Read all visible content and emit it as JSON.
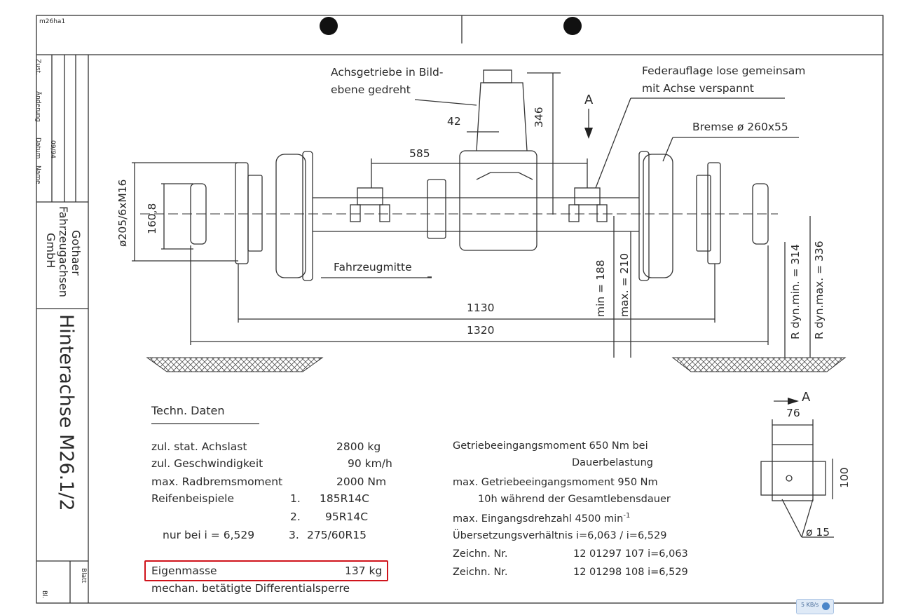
{
  "sheet": {
    "corner_code": "m26ha1",
    "title_block": {
      "header_labels": [
        "Zust.",
        "Änderung",
        "Datum",
        "Name"
      ],
      "date_value": "09/94",
      "company_lines": [
        "Gothaer",
        "Fahrzeugachsen",
        "GmbH"
      ],
      "drawing_title": "Hinterachse M26.1/2",
      "sheet_label": "Blatt",
      "sheet_value": "Bl."
    }
  },
  "drawing": {
    "callouts": {
      "gear": [
        "Achsgetriebe in Bild-",
        "ebene gedreht"
      ],
      "spring": [
        "Federauflage lose gemeinsam",
        "mit Achse verspannt"
      ],
      "brake": "Bremse ø 260x55",
      "center": "Fahrzeugmitte"
    },
    "dimensions": {
      "d42": "42",
      "d346": "346",
      "d585": "585",
      "bolt": "ø205/6xM16",
      "d160": "160,8",
      "min188": "min = 188",
      "max210": "max. = 210",
      "d1130": "1130",
      "d1320": "1320",
      "rdyn_min": "R dyn.min. = 314",
      "rdyn_max": "R dyn.max. = 336"
    },
    "view_a": {
      "marker": "A",
      "d76": "76",
      "d100": "100",
      "d15": "ø 15"
    }
  },
  "tech": {
    "heading": "Techn. Daten",
    "rows": [
      {
        "label": "zul. stat. Achslast",
        "value": "2800 kg"
      },
      {
        "label": "zul. Geschwindigkeit",
        "value": "90 km/h"
      },
      {
        "label": "max. Radbremsmoment",
        "value": "2000 Nm"
      }
    ],
    "tires": {
      "label": "Reifenbeispiele",
      "items": [
        {
          "no": "1.",
          "size": "185R14C"
        },
        {
          "no": "2.",
          "size": "95R14C"
        },
        {
          "no": "3.",
          "size": "275/60R15"
        }
      ],
      "note": "nur bei i = 6,529"
    },
    "mass": {
      "label": "Eigenmasse",
      "value": "137 kg"
    },
    "diff_lock": "mechan. betätigte Differentialsperre"
  },
  "right_specs": {
    "lines": [
      "Getriebeeingangsmoment 650 Nm bei",
      "Dauerbelastung",
      "max. Getriebeeingangsmoment 950 Nm",
      "10h während der Gesamtlebensdauer",
      "max. Eingangsdrehzahl 4500 min",
      "Übersetzungsverhältnis i=6,063 / i=6,529"
    ],
    "superscript": "-1",
    "drawing_numbers": [
      {
        "label": "Zeichn. Nr.",
        "value": "12 01297 107 i=6,063"
      },
      {
        "label": "Zeichn. Nr.",
        "value": "12 01298 108 i=6,529"
      }
    ]
  },
  "badge": {
    "text": "5 KB/s"
  },
  "colors": {
    "highlight": "#d0141c",
    "ink": "#2a2a2a"
  }
}
